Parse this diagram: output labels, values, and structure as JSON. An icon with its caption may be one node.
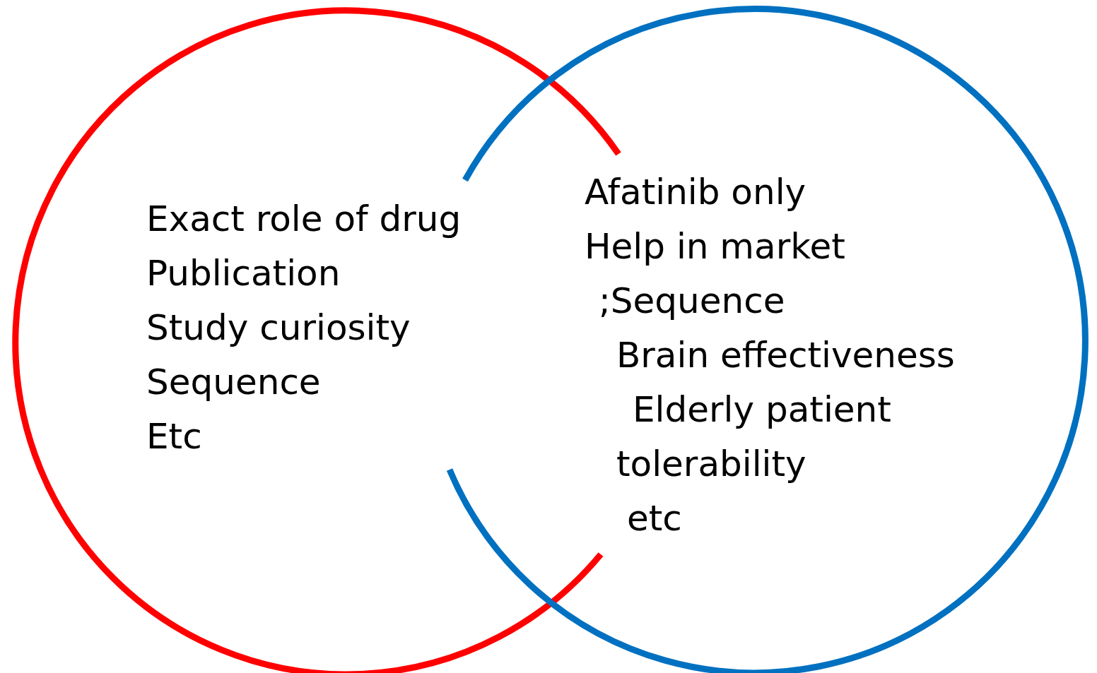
{
  "diagram": {
    "nodes": [
      {
        "text": [
          "Exact role of drug",
          "Publication",
          "Study curiosity",
          "Sequence",
          "Etc"
        ]
      },
      {
        "text": [
          "Afatinib only",
          "Help in market",
          ";Sequence",
          "Brain effectiveness",
          "Elderly patient",
          "tolerability",
          "etc"
        ]
      }
    ]
  }
}
